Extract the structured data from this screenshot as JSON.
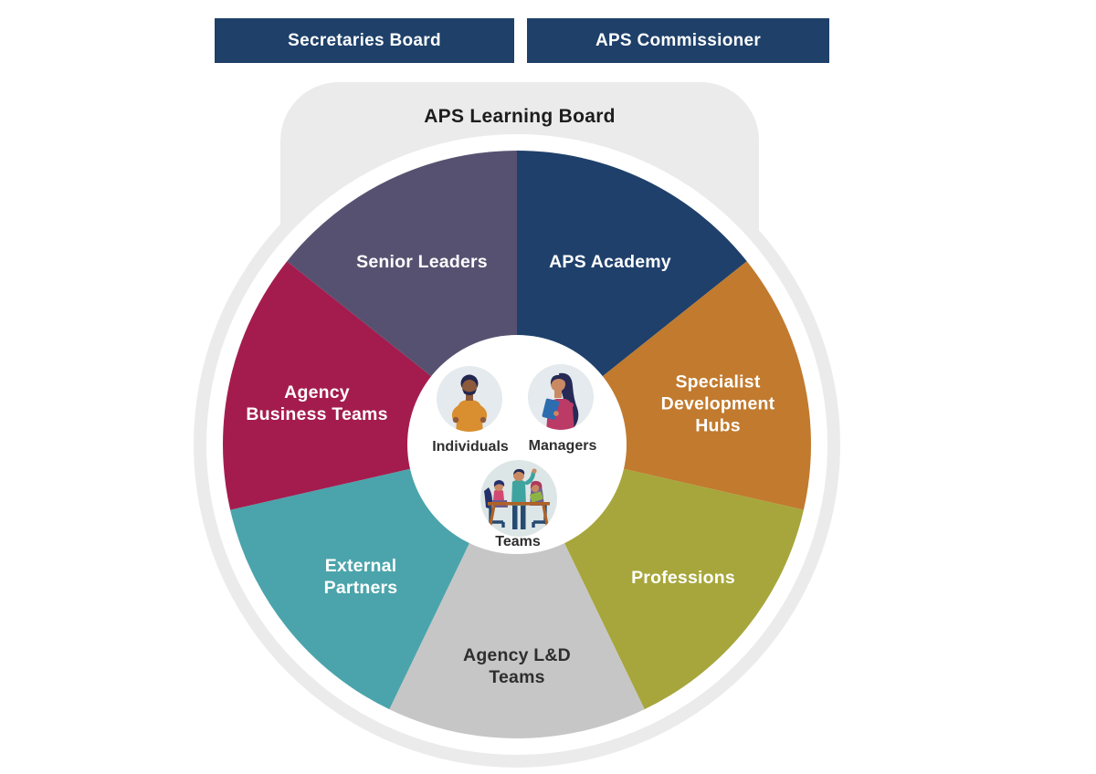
{
  "header": {
    "secretaries_board": "Secretaries Board",
    "aps_commissioner": "APS Commissioner"
  },
  "colors": {
    "header_bg": "#1e4069",
    "blob_bg": "#ebebeb",
    "center_circle": "#ffffff",
    "white_gap": "#ffffff"
  },
  "learning_board": {
    "title": "APS Learning Board",
    "segments": [
      {
        "id": "aps-academy",
        "label": "APS Academy",
        "color": "#1f406b",
        "text_color": "#ffffff"
      },
      {
        "id": "specialist-development-hubs",
        "label": "Specialist\nDevelopment\nHubs",
        "color": "#c17a2e",
        "text_color": "#ffffff"
      },
      {
        "id": "professions",
        "label": "Professions",
        "color": "#a6a63c",
        "text_color": "#ffffff"
      },
      {
        "id": "agency-ld-teams",
        "label": "Agency L&D\nTeams",
        "color": "#c6c6c6",
        "text_color": "#2e2e2e"
      },
      {
        "id": "external-partners",
        "label": "External\nPartners",
        "color": "#4ba4ab",
        "text_color": "#ffffff"
      },
      {
        "id": "agency-business-teams",
        "label": "Agency\nBusiness Teams",
        "color": "#a41c4e",
        "text_color": "#ffffff"
      },
      {
        "id": "senior-leaders",
        "label": "Senior Leaders",
        "color": "#575171",
        "text_color": "#ffffff"
      }
    ],
    "center": {
      "individuals": "Individuals",
      "managers": "Managers",
      "teams": "Teams"
    }
  }
}
